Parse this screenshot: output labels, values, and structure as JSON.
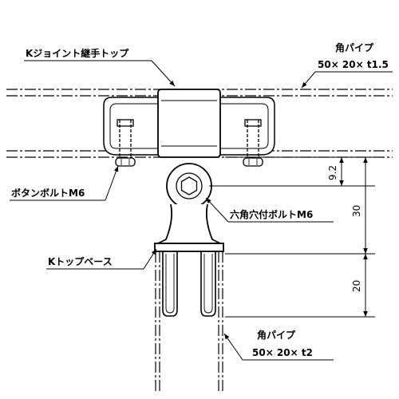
{
  "labels": {
    "joint_top": "Kジョイント継手トップ",
    "pipe_top_name": "角パイプ",
    "pipe_top_spec": "50× 20× t1.5",
    "button_bolt": "ボタンボルトM6",
    "hex_bolt": "六角穴付ボルトM6",
    "k_top_base": "Kトップベース",
    "pipe_bottom_name": "角パイプ",
    "pipe_bottom_spec": "50× 20× t2"
  },
  "dimensions": {
    "d1": "9.2",
    "d2": "30",
    "d3": "20"
  }
}
